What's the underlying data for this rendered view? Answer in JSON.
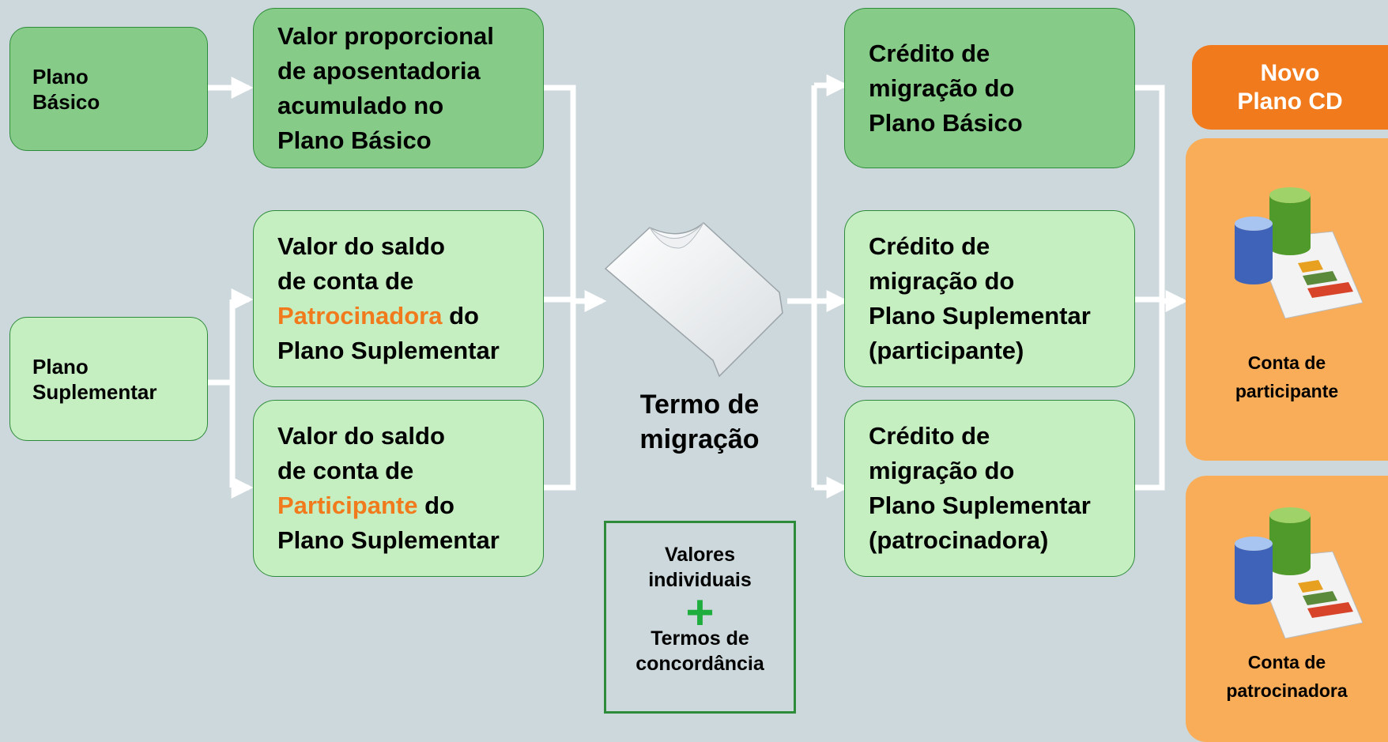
{
  "left": {
    "plano_basico": [
      "Plano",
      "Básico"
    ],
    "plano_suplementar": [
      "Plano",
      "Suplementar"
    ]
  },
  "values": {
    "proporcional": [
      "Valor proporcional",
      "de aposentadoria",
      "acumulado no",
      "Plano Básico"
    ],
    "patrocinadora": {
      "line1": "Valor do saldo",
      "line2": "de conta de",
      "highlight": "Patrocinadora",
      "suffix": " do",
      "line4": "Plano Suplementar"
    },
    "participante": {
      "line1": "Valor do saldo",
      "line2": "de conta de",
      "highlight": "Participante",
      "suffix": " do",
      "line4": "Plano Suplementar"
    }
  },
  "center": {
    "label": [
      "Termo de",
      "migração"
    ],
    "icon": "document-icon"
  },
  "legend": {
    "top": [
      "Valores",
      "individuais"
    ],
    "plus": "+",
    "bottom": [
      "Termos de",
      "concordância"
    ]
  },
  "credits": {
    "basico": [
      "Crédito de",
      "migração do",
      "Plano Básico"
    ],
    "supl_participante": [
      "Crédito de",
      "migração do",
      "Plano Suplementar",
      "(participante)"
    ],
    "supl_patrocinadora": [
      "Crédito de",
      "migração do",
      "Plano Suplementar",
      "(patrocinadora)"
    ]
  },
  "novo_plano": {
    "header": [
      "Novo",
      "Plano CD"
    ],
    "conta_participante": [
      "Conta de",
      "participante"
    ],
    "conta_patrocinadora": [
      "Conta de",
      "patrocinadora"
    ],
    "icon": "database-chart-icon"
  },
  "colors": {
    "dark_green": "#86cc88",
    "light_green": "#c6efc1",
    "border_green": "#2e8b3a",
    "orange": "#f07a1c",
    "light_orange": "#f9ad58",
    "background": "#cdd8dc"
  }
}
